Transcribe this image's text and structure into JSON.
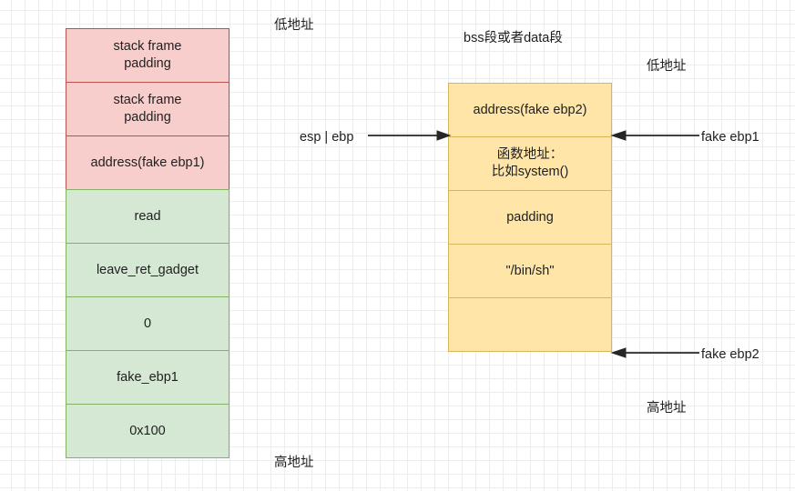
{
  "diagram": {
    "title_bss": "bss段或者data段",
    "left_stack": {
      "name": "stack-layout",
      "top_label": "低地址",
      "bottom_label": "高地址",
      "rows": [
        {
          "label": "stack frame\npadding",
          "color": "#f8cecc",
          "border": "#b85450"
        },
        {
          "label": "stack frame\npadding",
          "color": "#f8cecc",
          "border": "#b85450"
        },
        {
          "label": "address(fake ebp1)",
          "color": "#f8cecc",
          "border": "#b85450"
        },
        {
          "label": "read",
          "color": "#d5e8d4",
          "border": "#82b366"
        },
        {
          "label": "leave_ret_gadget",
          "color": "#d5e8d4",
          "border": "#82b366"
        },
        {
          "label": "0",
          "color": "#d5e8d4",
          "border": "#82b366"
        },
        {
          "label": "fake_ebp1",
          "color": "#d5e8d4",
          "border": "#82b366"
        },
        {
          "label": "0x100",
          "color": "#d5e8d4",
          "border": "#82b366"
        }
      ]
    },
    "right_stack": {
      "name": "bss-data-segment-layout",
      "top_label": "低地址",
      "bottom_label": "高地址",
      "rows": [
        {
          "label": "address(fake ebp2)",
          "color": "#ffe6a8",
          "border": "#d6b656"
        },
        {
          "label": "函数地址：\n比如system()",
          "color": "#ffe6a8",
          "border": "#d6b656"
        },
        {
          "label": "padding",
          "color": "#ffe6a8",
          "border": "#d6b656"
        },
        {
          "label": "\"/bin/sh\"",
          "color": "#ffe6a8",
          "border": "#d6b656"
        },
        {
          "label": "",
          "color": "#ffe6a8",
          "border": "#d6b656"
        }
      ]
    },
    "annotations": {
      "esp_ebp": "esp | ebp",
      "fake_ebp1": "fake ebp1",
      "fake_ebp2": "fake ebp2"
    },
    "colors": {
      "pink_fill": "#f8cecc",
      "pink_border": "#b85450",
      "green_fill": "#d5e8d4",
      "green_border": "#82b366",
      "yellow_fill": "#ffe6a8",
      "yellow_border": "#d6b656",
      "arrow": "#262626",
      "grid_minor": "#ededed",
      "grid_major": "#d6d6d6"
    }
  }
}
